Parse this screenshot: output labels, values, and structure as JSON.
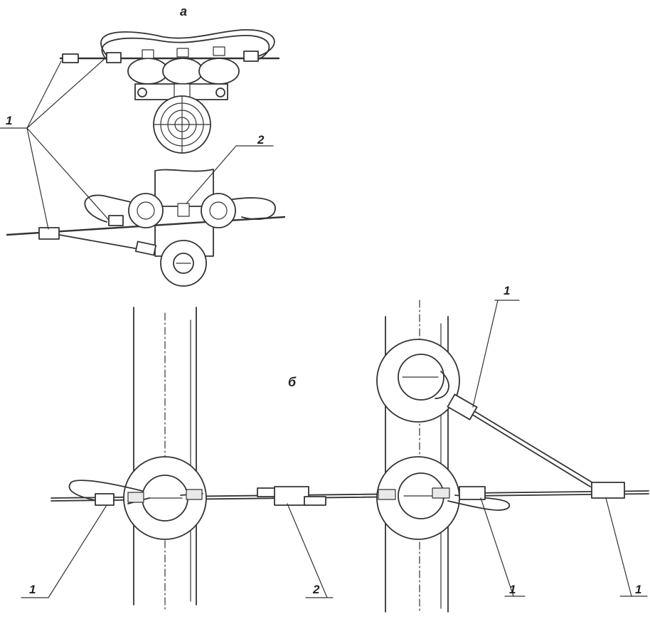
{
  "view_labels": {
    "top_view": "а",
    "bottom_view": "б"
  },
  "callouts": {
    "a_clamp_group": "1",
    "a_connector": "2",
    "b_left_clamp": "1",
    "b_center_connector": "2",
    "b_right_clamp_lower": "1",
    "b_right_clamp_far": "1",
    "b_right_clamp_upper": "1"
  },
  "colors": {
    "line": "#333333",
    "background": "#ffffff",
    "label": "#222222"
  }
}
